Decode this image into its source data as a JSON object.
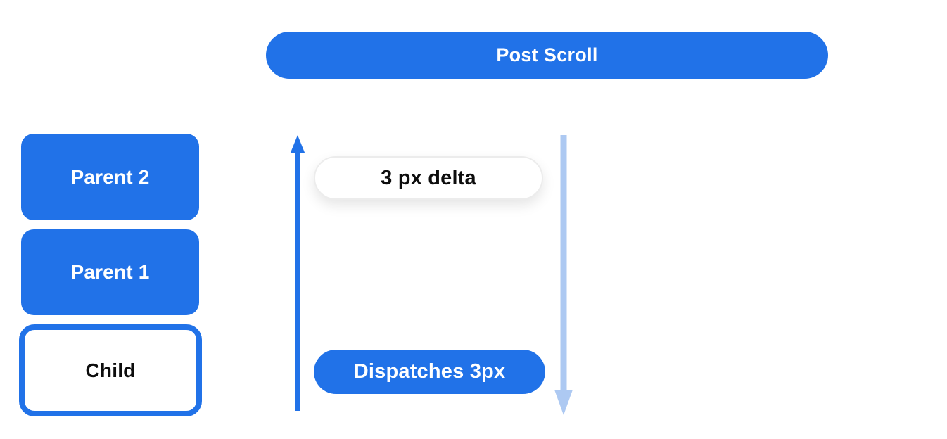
{
  "banner": {
    "label": "Post Scroll"
  },
  "nodes": {
    "parent2": {
      "label": "Parent 2"
    },
    "parent1": {
      "label": "Parent 1"
    },
    "child": {
      "label": "Child"
    }
  },
  "flow": {
    "delta_label": "3 px delta",
    "dispatch_label": "Dispatches 3px",
    "up_arrow_icon": "arrow-up",
    "down_arrow_icon": "arrow-down"
  },
  "colors": {
    "primary_blue": "#2172E8",
    "light_blue": "#ADC9F2",
    "node_text_light": "#FFFFFF",
    "node_text_dark": "#0D0D0D",
    "background": "#FFFFFF",
    "pill_border": "#ECECEC"
  }
}
